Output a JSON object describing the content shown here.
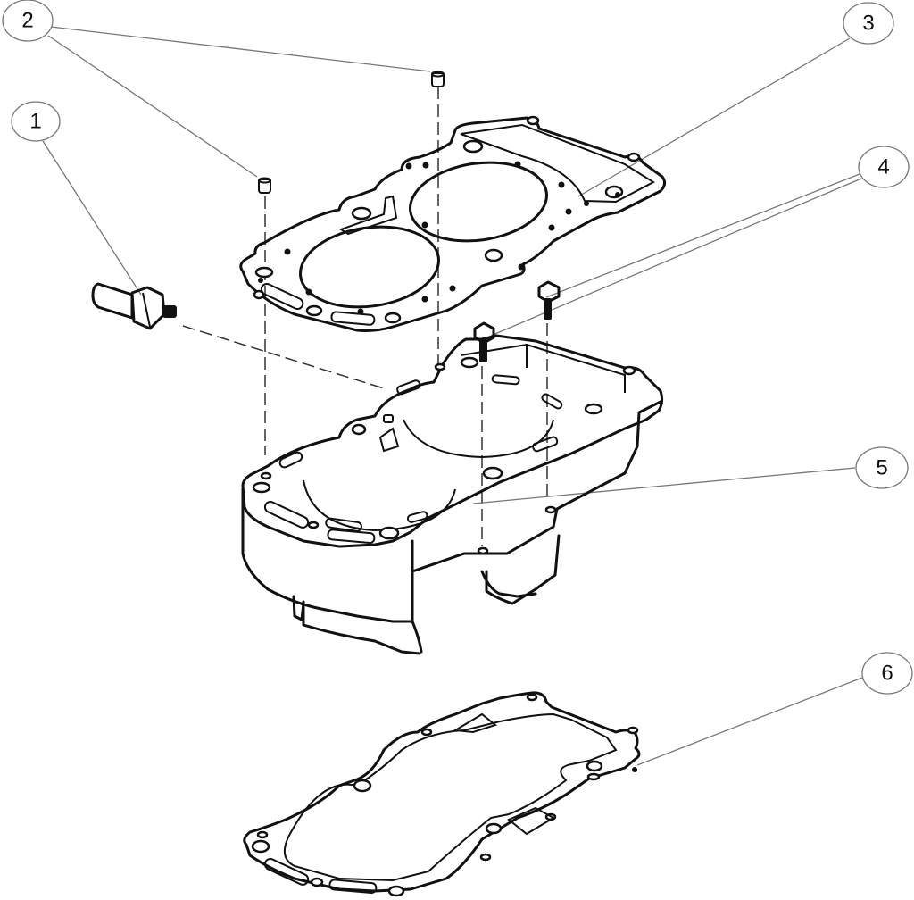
{
  "diagram": {
    "type": "exploded-parts-view",
    "callouts": [
      {
        "id": "1",
        "label": "1",
        "part": "sensor"
      },
      {
        "id": "2",
        "label": "2",
        "part": "dowel-pins"
      },
      {
        "id": "3",
        "label": "3",
        "part": "head-gasket"
      },
      {
        "id": "4",
        "label": "4",
        "part": "flange-bolts"
      },
      {
        "id": "5",
        "label": "5",
        "part": "cylinder-block"
      },
      {
        "id": "6",
        "label": "6",
        "part": "base-gasket"
      }
    ]
  }
}
